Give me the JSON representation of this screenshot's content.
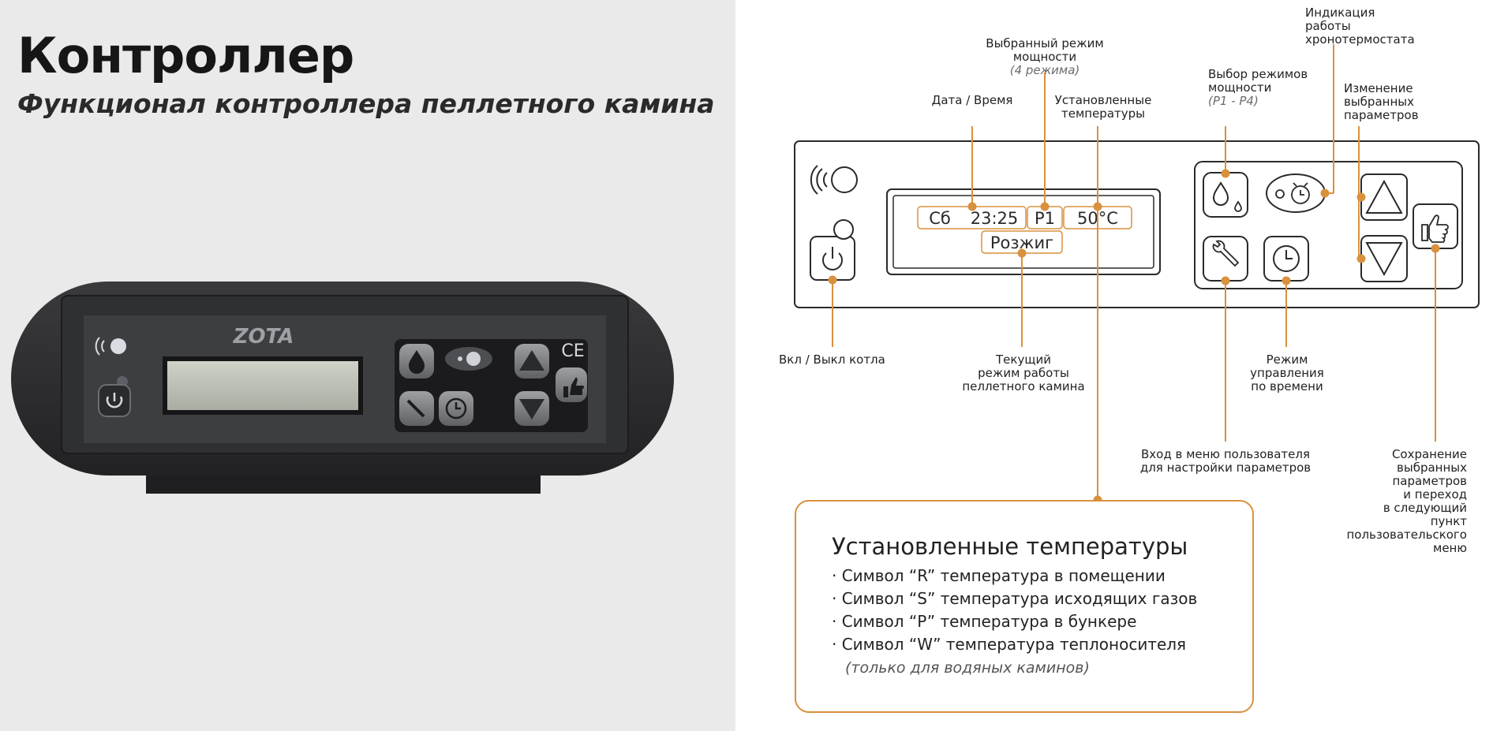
{
  "header": {
    "title": "Контроллер",
    "subtitle": "Функционал контроллера пеллетного камина"
  },
  "photo": {
    "brand": "ZOTA",
    "ce_mark": "CE"
  },
  "display": {
    "day": "Сб",
    "time": "23:25",
    "power_mode": "P1",
    "temperature": "50°C",
    "status": "Розжиг"
  },
  "labels": {
    "date_time": "Дата / Время",
    "selected_power_line1": "Выбранный режим",
    "selected_power_line2": "мощности",
    "selected_power_note": "(4 режима)",
    "set_temps_line1": "Установленные",
    "set_temps_line2": "температуры",
    "chrono_line1": "Индикация",
    "chrono_line2": "работы",
    "chrono_line3": "хронотермостата",
    "power_select_line1": "Выбор режимов",
    "power_select_line2": "мощности",
    "power_select_note": "(P1 - P4)",
    "change_params_line1": "Изменение",
    "change_params_line2": "выбранных",
    "change_params_line3": "параметров",
    "onoff": "Вкл / Выкл котла",
    "current_mode_line1": "Текущий",
    "current_mode_line2": "режим работы",
    "current_mode_line3": "пеллетного камина",
    "time_mode_line1": "Режим",
    "time_mode_line2": "управления",
    "time_mode_line3": "по времени",
    "menu_line1": "Вход в меню пользователя",
    "menu_line2": "для настройки параметров",
    "save_line1": "Сохранение",
    "save_line2": "выбранных",
    "save_line3": "параметров",
    "save_line4": "и переход",
    "save_line5": "в следующий",
    "save_line6": "пункт",
    "save_line7": "пользовательского",
    "save_line8": "меню"
  },
  "info": {
    "title": "Установленные температуры",
    "items": [
      "· Символ “R” температура в помещении",
      "· Символ “S” температура исходящих газов",
      "· Символ “P” температура в бункере",
      "· Символ “W” температура теплоносителя"
    ],
    "note": "(только для водяных каминов)"
  },
  "colors": {
    "accent": "#d9913e",
    "left_background": "#e9eae9",
    "device_body": "#2c2c2e",
    "outline": "#2a2a2a"
  },
  "icons": {
    "flame": "flame-drop-icon",
    "chrono": "chronothermostat-icon",
    "wrench": "wrench-icon",
    "clock": "clock-icon",
    "up": "triangle-up-icon",
    "down": "triangle-down-icon",
    "thumb": "thumbs-up-icon",
    "power": "power-icon",
    "wifi": "wireless-sensor-icon"
  }
}
